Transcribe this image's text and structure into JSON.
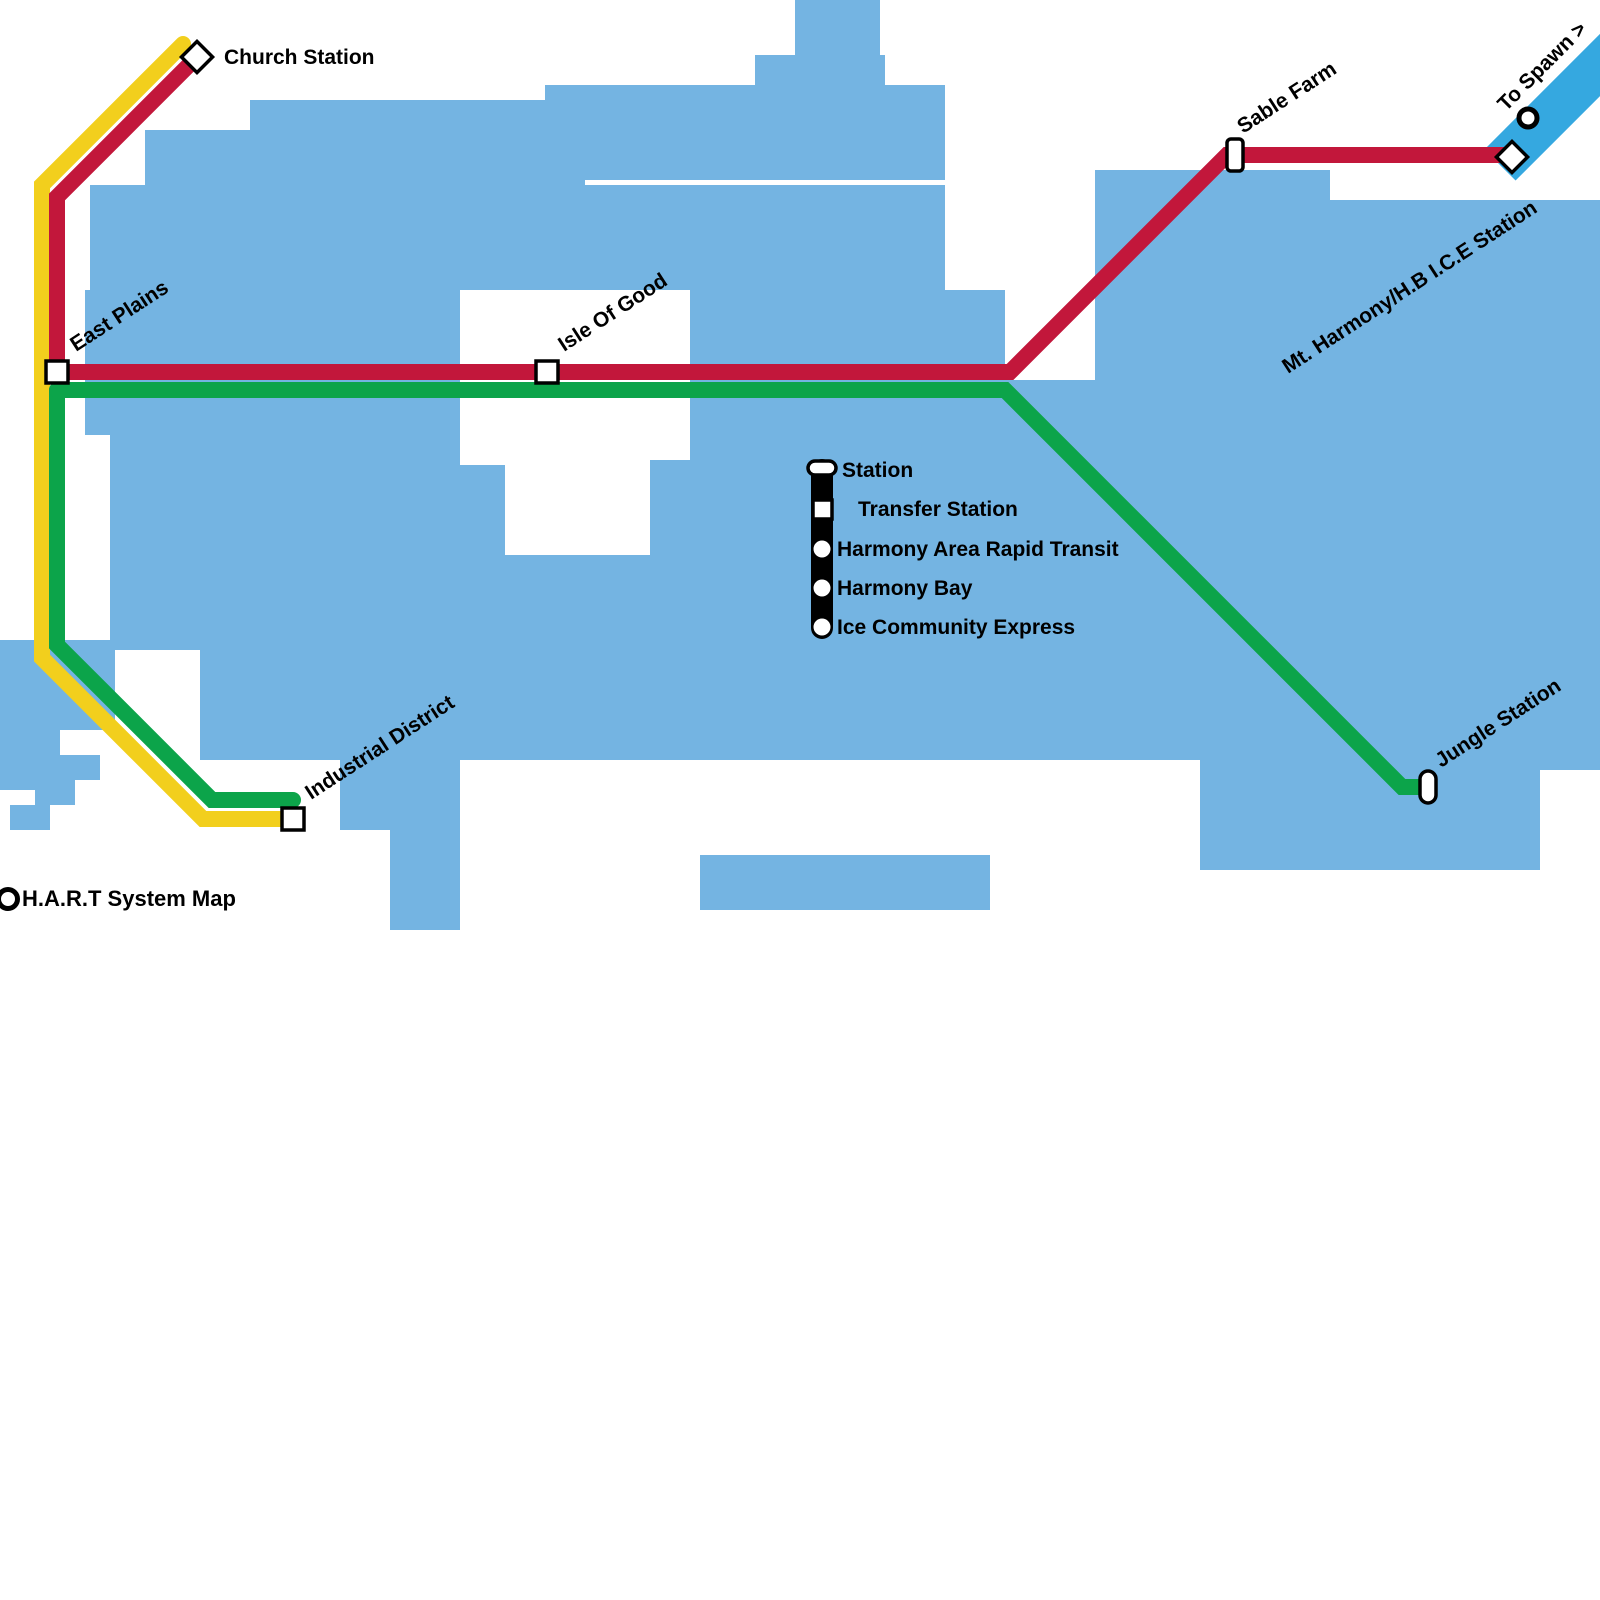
{
  "title": "H.A.R.T System Map",
  "colors": {
    "land": "#74B4E2",
    "sea": "#FFFFFF",
    "line_red": "#C2173B",
    "line_green": "#0CA44A",
    "line_yellow": "#F2CF1D",
    "line_spawn": "#35A8E0",
    "marker_fill": "#FFFFFF",
    "marker_stroke": "#000000",
    "legend_bar": "#000000",
    "text": "#000000"
  },
  "legend": {
    "items": [
      {
        "label": "Station",
        "marker": "station-pill"
      },
      {
        "label": "Transfer Station",
        "marker": "transfer-square"
      },
      {
        "label": "Harmony Area Rapid Transit",
        "marker": "line-circle"
      },
      {
        "label": "Harmony Bay",
        "marker": "line-circle"
      },
      {
        "label": "Ice Community Express",
        "marker": "line-circle"
      }
    ]
  },
  "stations": [
    {
      "label": "Church Station",
      "type": "terminus"
    },
    {
      "label": "East Plains",
      "type": "transfer"
    },
    {
      "label": "Isle Of Good",
      "type": "transfer"
    },
    {
      "label": "Sable Farm",
      "type": "station"
    },
    {
      "label": "Mt. Harmony/H.B I.C.E Station",
      "type": "terminus"
    },
    {
      "label": "To Spawn >",
      "type": "connection"
    },
    {
      "label": "Jungle Station",
      "type": "station"
    },
    {
      "label": "Industrial District",
      "type": "transfer"
    }
  ]
}
